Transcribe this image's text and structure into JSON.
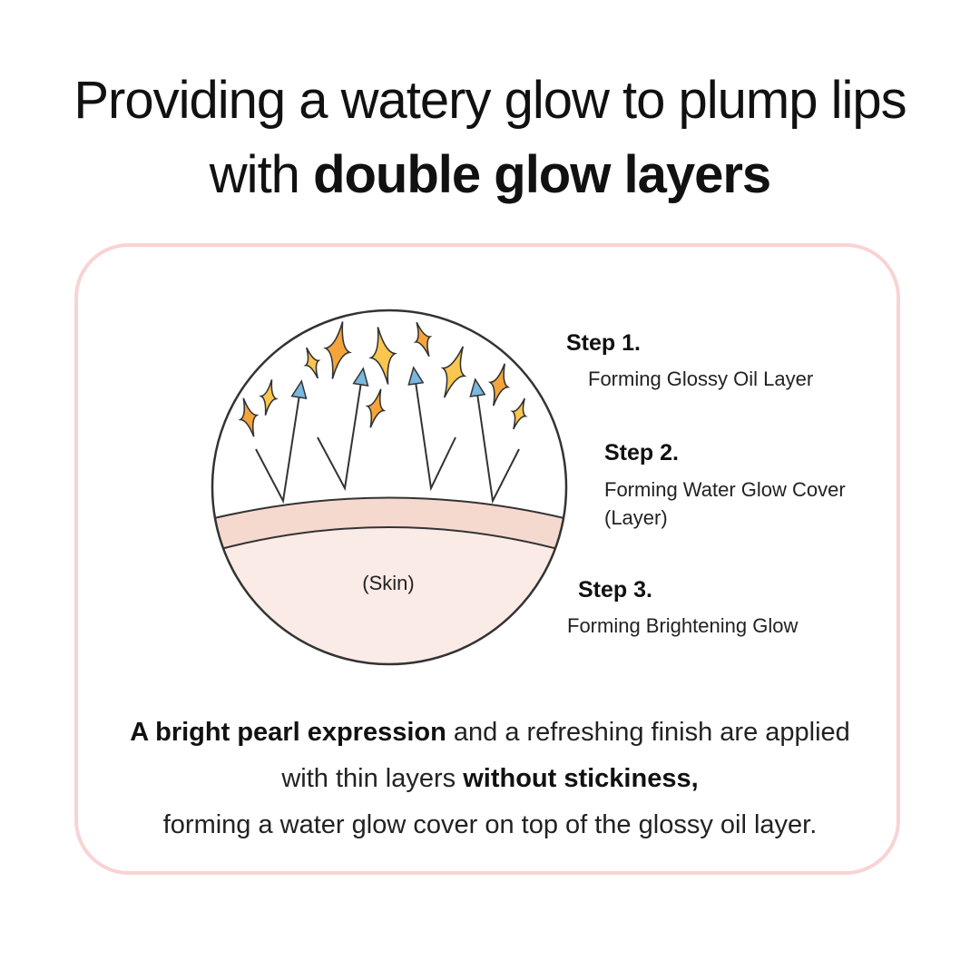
{
  "headline": {
    "line1": "Providing a watery glow to plump lips",
    "line2_prefix": "with ",
    "line2_bold": "double glow layers"
  },
  "diagram": {
    "skin_label": "(Skin)",
    "colors": {
      "card_border": "#f9d3d3",
      "skin": "#fbebe6",
      "oil_layer": "#f5d9cf",
      "sparkle_orange": "#f5a43c",
      "sparkle_yellow": "#f9c74f",
      "arrow_head": "#7ab8e0"
    },
    "icons": [
      "sparkle-icon",
      "arrow-up-icon"
    ]
  },
  "steps": [
    {
      "title": "Step 3.",
      "desc": "Forming Brightening Glow"
    },
    {
      "title": "Step 2.",
      "desc": "Forming Water Glow Cover (Layer)"
    },
    {
      "title": "Step 1.",
      "desc": "Forming Glossy Oil Layer"
    }
  ],
  "summary": {
    "line1_bold": "A bright pearl expression",
    "line1_rest": " and a refreshing finish are applied",
    "line2_prefix": "with thin layers ",
    "line2_bold": "without stickiness,",
    "line3": "forming a water glow cover on top of the glossy oil layer."
  }
}
